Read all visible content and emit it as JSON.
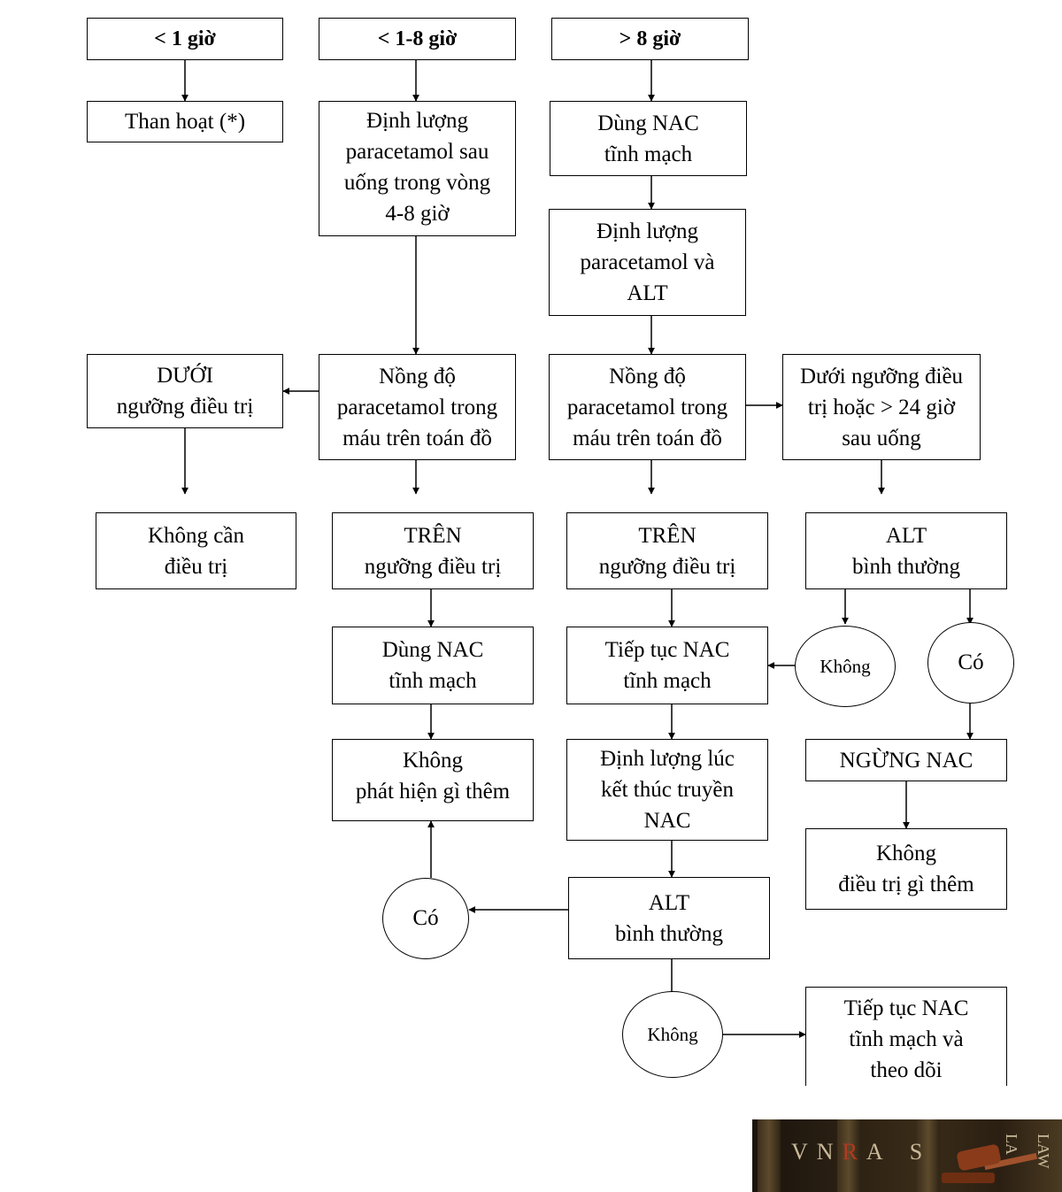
{
  "nodes": {
    "col1_header": [
      "< 1 giờ"
    ],
    "col2_header": [
      "< 1-8 giờ"
    ],
    "col3_header": [
      "> 8 giờ"
    ],
    "than_hoat": [
      "Than hoạt (*)"
    ],
    "dinh_luong_4_8": [
      "Định lượng",
      "paracetamol sau",
      "uống trong vòng",
      "4-8 giờ"
    ],
    "nac_iv_1": [
      "Dùng NAC",
      "tĩnh mạch"
    ],
    "dinh_luong_para_alt": [
      "Định lượng",
      "paracetamol và",
      "ALT"
    ],
    "duoi_nguong": [
      "DƯỚI",
      "ngưỡng điều trị"
    ],
    "nong_do_1": [
      "Nồng độ",
      "paracetamol trong",
      "máu trên toán đồ"
    ],
    "nong_do_2": [
      "Nồng độ",
      "paracetamol trong",
      "máu trên toán đồ"
    ],
    "duoi_nguong_24h": [
      "Dưới ngưỡng điều",
      "trị hoặc > 24 giờ",
      "sau uống"
    ],
    "khong_can_dieu_tri": [
      "Không cần",
      "điều trị"
    ],
    "tren_nguong_1": [
      "TRÊN",
      "ngưỡng điều trị"
    ],
    "tren_nguong_2": [
      "TRÊN",
      "ngưỡng điều trị"
    ],
    "alt_binh_thuong_1": [
      "ALT",
      "bình thường"
    ],
    "nac_iv_2": [
      "Dùng NAC",
      "tĩnh mạch"
    ],
    "tiep_tuc_nac": [
      "Tiếp tục NAC",
      "tĩnh mạch"
    ],
    "khong_phat_hien": [
      "Không",
      "phát hiện gì thêm"
    ],
    "dinh_luong_ket_thuc": [
      "Định lượng lúc",
      "kết thúc truyền",
      "NAC"
    ],
    "ngung_nac": [
      "NGỪNG NAC"
    ],
    "khong_dieu_tri_them": [
      "Không",
      "điều trị gì thêm"
    ],
    "alt_binh_thuong_2": [
      "ALT",
      "bình thường"
    ],
    "tiep_tuc_nac_theo_doi": [
      "Tiếp tục NAC",
      "tĩnh mạch và",
      "theo dõi"
    ]
  },
  "decisions": {
    "khong_1": "Không",
    "co_1": "Có",
    "co_2": "Có",
    "khong_2": "Không"
  },
  "logo": {
    "letters": [
      "V",
      "N",
      "R",
      "A",
      "S"
    ],
    "side_text_1": "LA",
    "side_text_2": "LAW"
  }
}
